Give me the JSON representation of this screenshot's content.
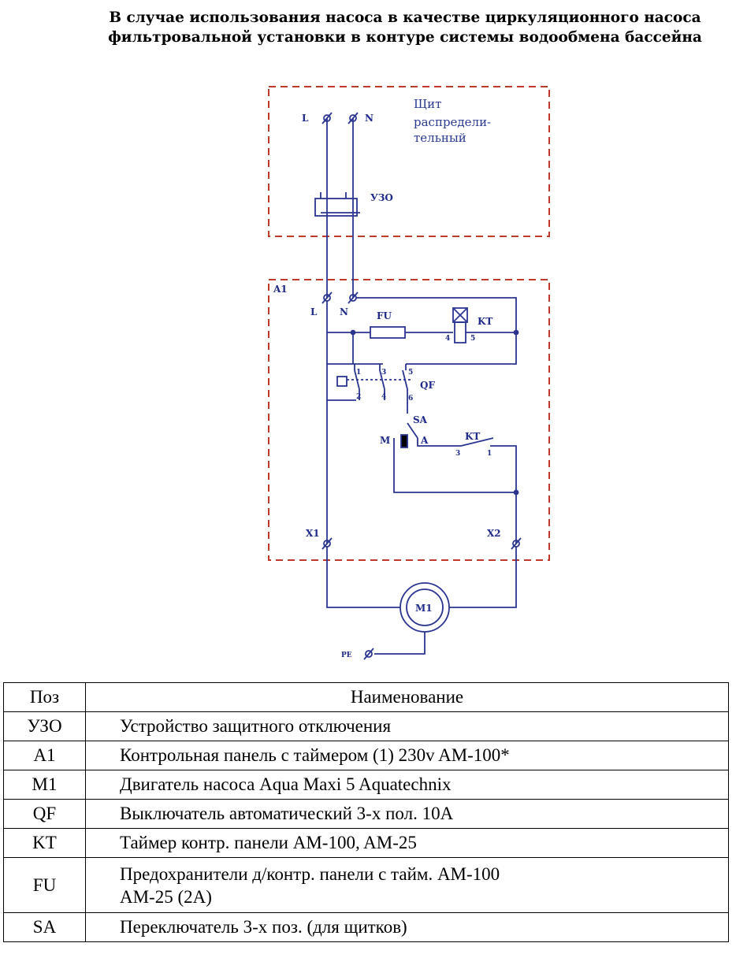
{
  "title": {
    "line1": "В случае использования насоса в качестве циркуляционного насоса",
    "line2": "фильтровальной установки в контуре системы водообмена бассейна"
  },
  "diagram": {
    "panel_label_1": "Щит",
    "panel_label_2": "распредели-",
    "panel_label_3": "тельный",
    "term_L_top": "L",
    "term_N_top": "N",
    "uzo": "УЗО",
    "a1": "A1",
    "term_L": "L",
    "term_N": "N",
    "fu": "FU",
    "kt": "KT",
    "kt_pin4": "4",
    "kt_pin5": "5",
    "qf": "QF",
    "qf_1": "1",
    "qf_3": "3",
    "qf_5": "5",
    "qf_2": "2",
    "qf_4": "4",
    "qf_6": "6",
    "sa": "SA",
    "sa_m": "M",
    "sa_a": "A",
    "kt_contact": "KT",
    "kt_c3": "3",
    "kt_c1": "1",
    "x1": "X1",
    "x2": "X2",
    "m1": "M1",
    "pe": "PE"
  },
  "table": {
    "header_pos": "Поз",
    "header_name": "Наименование",
    "rows": [
      {
        "pos": "УЗО",
        "name": "Устройство защитного отключения"
      },
      {
        "pos": "A1",
        "name": "Контрольная панель с таймером (1) 230v AM-100*"
      },
      {
        "pos": "M1",
        "name": "Двигатель насоса Aqua Maxi 5 Aquatechnix"
      },
      {
        "pos": "QF",
        "name": "Выключатель автоматический 3-х пол. 10А"
      },
      {
        "pos": "KT",
        "name": "Таймер контр. панели AM-100, AM-25"
      },
      {
        "pos": "FU",
        "name": "Предохранители д/контр. панели с тайм. AM-100",
        "name2": "AM-25 (2А)"
      },
      {
        "pos": "SA",
        "name": "Переключатель 3-х поз. (для щитков)"
      }
    ]
  },
  "colors": {
    "wire": "#2b3590",
    "frame": "#c0392b"
  }
}
